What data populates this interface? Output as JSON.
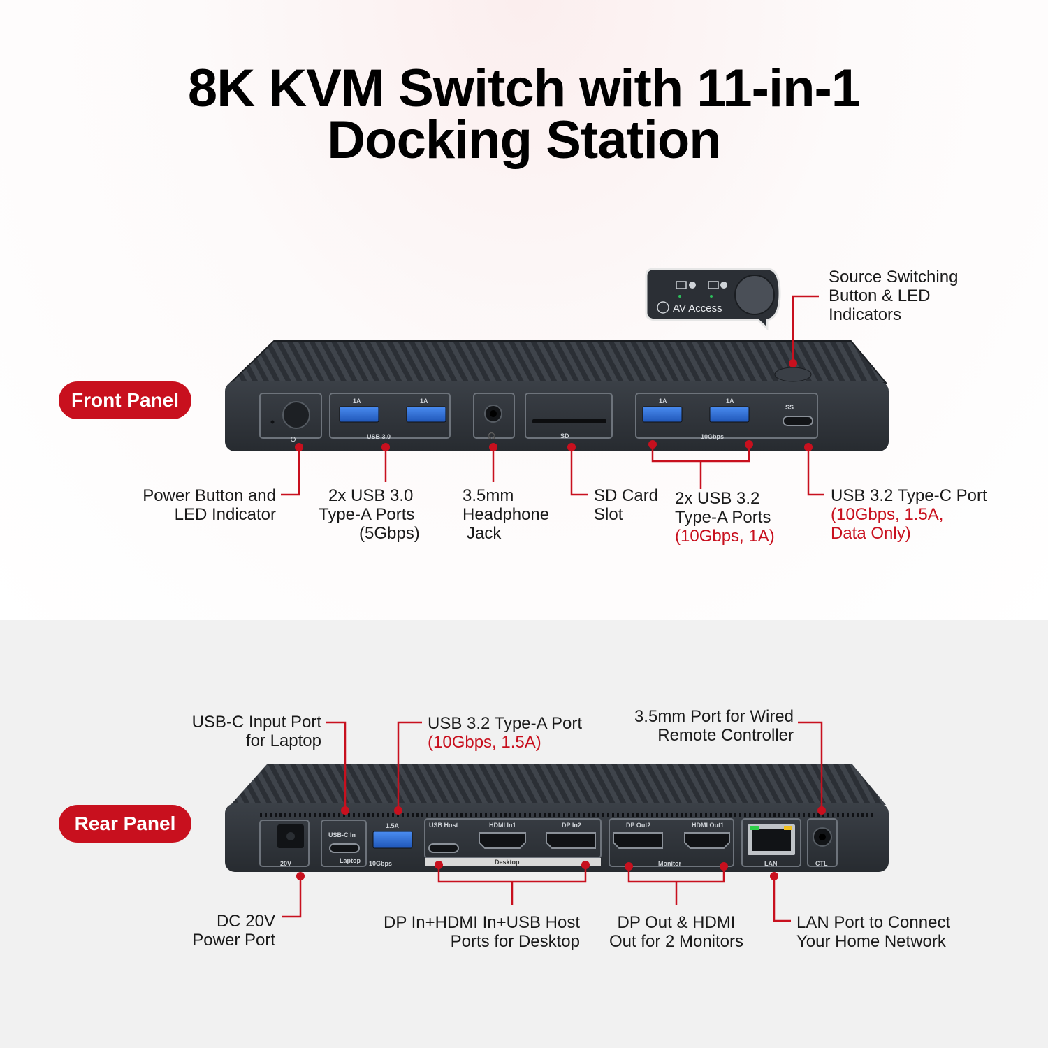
{
  "title": {
    "line1": "8K KVM Switch with 11-in-1",
    "line2": "Docking Station"
  },
  "colors": {
    "accent": "#c8101e",
    "device": "#2c3036",
    "usb_blue": "#2f6fd6"
  },
  "front": {
    "badge": "Front Panel",
    "callout_brand": "AV Access",
    "callout_icons": [
      "desktop-2-icon",
      "laptop-1-icon"
    ],
    "labels": {
      "source_switch": [
        "Source Switching",
        "Button & LED",
        "Indicators"
      ],
      "power": [
        "Power Button and",
        "LED Indicator"
      ],
      "usb30": [
        "2x USB 3.0",
        "Type-A Ports",
        "(5Gbps)"
      ],
      "headphone": [
        "3.5mm",
        "Headphone",
        "Jack"
      ],
      "sd": [
        "SD Card",
        "Slot"
      ],
      "usb32a": [
        "2x USB 3.2",
        "Type-A Ports"
      ],
      "usb32a_spec": "(10Gbps, 1A)",
      "usbc": "USB 3.2 Type-C Port",
      "usbc_spec": [
        "(10Gbps, 1.5A,",
        "Data Only)"
      ]
    },
    "port_text": {
      "usb_a_rating": "1A",
      "usb30_group": "USB 3.0",
      "usb32_group": "10Gbps",
      "ss": "SS",
      "sd_mark": "SD"
    }
  },
  "rear": {
    "badge": "Rear Panel",
    "labels": {
      "usbc_in": [
        "USB-C Input Port",
        "for Laptop"
      ],
      "usb32a": "USB 3.2 Type-A Port",
      "usb32a_spec": "(10Gbps, 1.5A)",
      "ctl": [
        "3.5mm Port for Wired",
        "Remote Controller"
      ],
      "dc": [
        "DC 20V",
        "Power Port"
      ],
      "desktop": [
        "DP In+HDMI In+USB Host",
        "Ports for Desktop"
      ],
      "monitors": [
        "DP Out & HDMI",
        "Out for 2 Monitors"
      ],
      "lan": [
        "LAN Port to Connect",
        "Your Home Network"
      ]
    },
    "port_text": {
      "dc": "20V",
      "usbc_in": "USB-C In",
      "laptop": "Laptop",
      "usb_a_rating": "1.5A",
      "usb_a_group": "10Gbps",
      "usb_host": "USB Host",
      "hdmi_in1": "HDMI In1",
      "dp_in2": "DP In2",
      "desktop": "Desktop",
      "dp_out2": "DP Out2",
      "hdmi_out1": "HDMI Out1",
      "monitor": "Monitor",
      "lan": "LAN",
      "ctl": "CTL"
    }
  }
}
